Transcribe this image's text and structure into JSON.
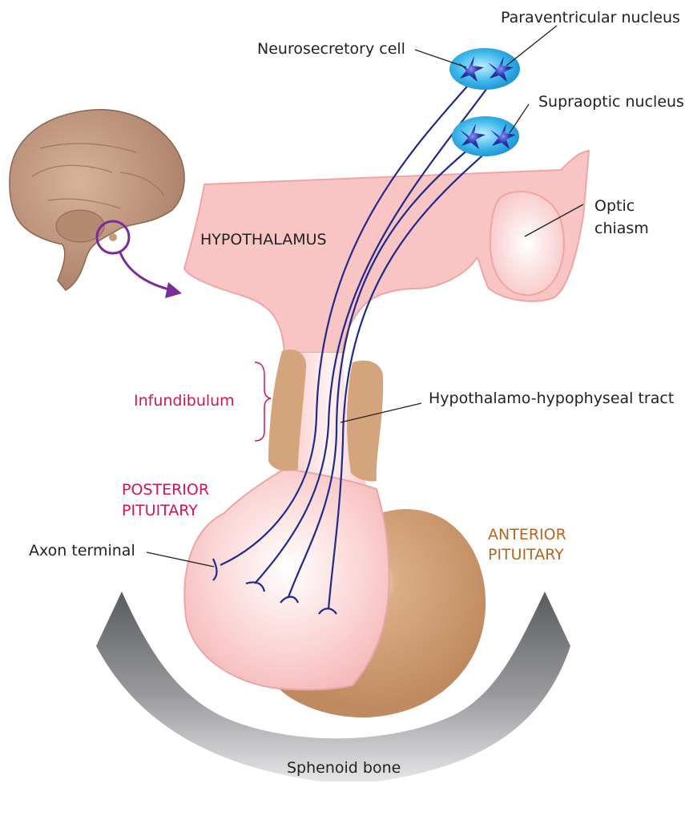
{
  "labels": {
    "paraventricular": "Paraventricular nucleus",
    "neurosecretory": "Neurosecretory cell",
    "supraoptic": "Supraoptic nucleus",
    "optic_line1": "Optic",
    "optic_line2": "chiasm",
    "hypothalamus": "HYPOTHALAMUS",
    "infundibulum": "Infundibulum",
    "tract": "Hypothalamo-hypophyseal tract",
    "posterior_line1": "POSTERIOR",
    "posterior_line2": "PITUITARY",
    "anterior_line1": "ANTERIOR",
    "anterior_line2": "PITUITARY",
    "axon_terminal": "Axon terminal",
    "sphenoid": "Sphenoid bone"
  },
  "colors": {
    "hypothalamus_fill": "#f8c4c4",
    "hypothalamus_stroke": "#f0a5a5",
    "anterior_fill": "#c8966c",
    "infundibulum_fill": "#d4a47c",
    "axon": "#1f2a8a",
    "nucleus_fill": "#2aa8e0",
    "neuron_fill": "#2a2fa0",
    "bone": "#8c8d90",
    "brain_arrow": "#7a2c9a",
    "label_pink": "#d4145a",
    "label_brown": "#b5651d",
    "label_dark": "#222222"
  }
}
